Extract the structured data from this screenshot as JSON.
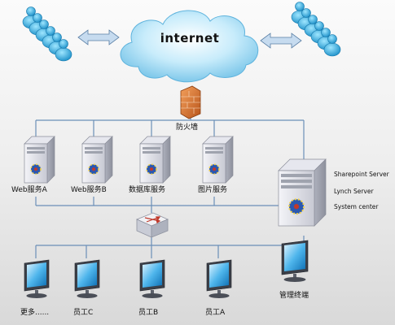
{
  "cloud": {
    "label": "internet"
  },
  "firewall": {
    "label": "防火墙"
  },
  "servers": [
    {
      "label": "Web服务A"
    },
    {
      "label": "Web服务B"
    },
    {
      "label": "数据库服务"
    },
    {
      "label": "图片服务"
    }
  ],
  "main_server": {
    "services": [
      "Sharepoint Server",
      "Lynch Server",
      "System center"
    ]
  },
  "clients": [
    {
      "label": "更多......"
    },
    {
      "label": "员工C"
    },
    {
      "label": "员工B"
    },
    {
      "label": "员工A"
    },
    {
      "label": "管理终端"
    }
  ],
  "colors": {
    "line": "#6b8fb8",
    "cloud": "#9fd8f2",
    "people": "#2aa7d9",
    "arrow": "#bcd3ea"
  }
}
